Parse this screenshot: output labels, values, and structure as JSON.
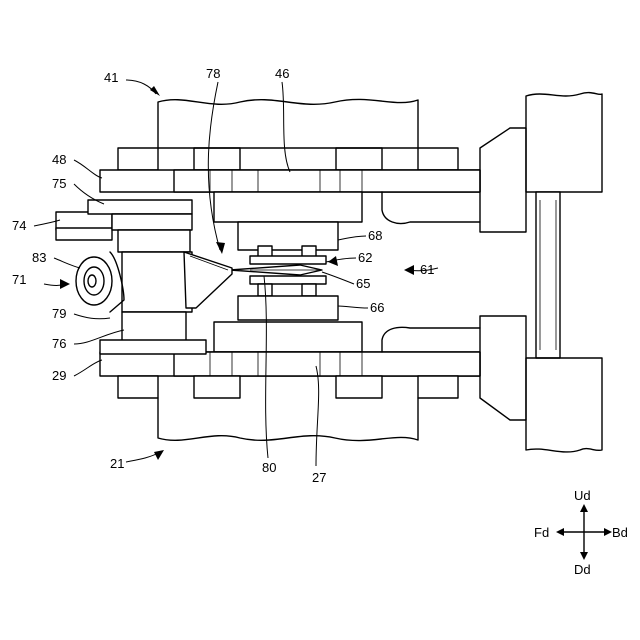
{
  "labels": {
    "n41": "41",
    "n78": "78",
    "n46": "46",
    "n48": "48",
    "n75": "75",
    "n74": "74",
    "n68": "68",
    "n83": "83",
    "n62": "62",
    "n61": "61",
    "n71": "71",
    "n65": "65",
    "n66": "66",
    "n79": "79",
    "n76": "76",
    "n29": "29",
    "n21": "21",
    "n80": "80",
    "n27": "27"
  },
  "directions": {
    "up": "Ud",
    "front": "Fd",
    "back": "Bd",
    "down": "Dd"
  }
}
